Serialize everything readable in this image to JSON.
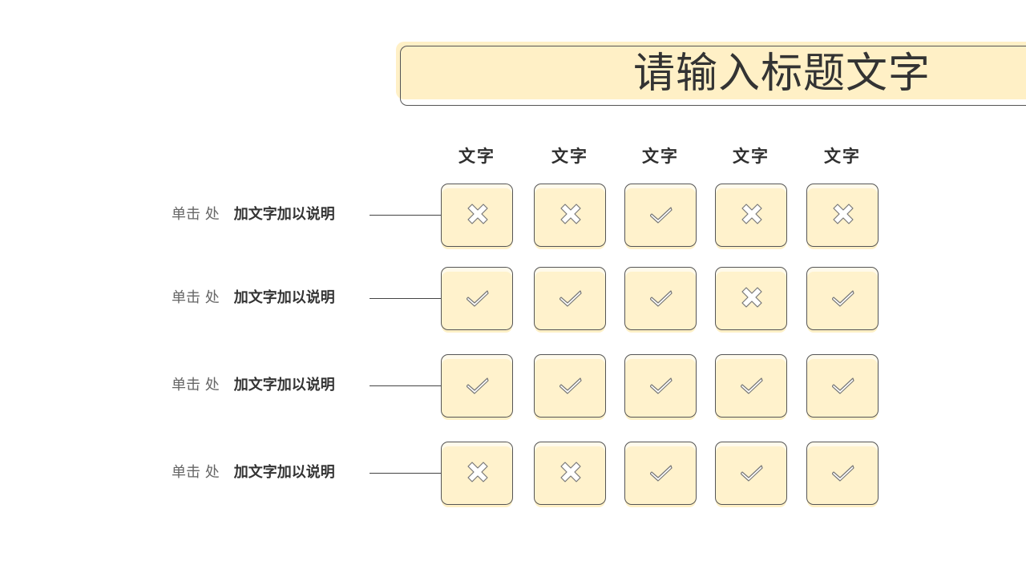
{
  "title": "请输入标题文字",
  "columns": [
    "文字",
    "文字",
    "文字",
    "文字",
    "文字"
  ],
  "rows": [
    {
      "label_a": "单击 处",
      "label_b": "加文字加以说明",
      "marks": [
        "cross",
        "cross",
        "check",
        "cross",
        "cross"
      ]
    },
    {
      "label_a": "单击 处",
      "label_b": "加文字加以说明",
      "marks": [
        "check",
        "check",
        "check",
        "cross",
        "check"
      ]
    },
    {
      "label_a": "单击 处",
      "label_b": "加文字加以说明",
      "marks": [
        "check",
        "check",
        "check",
        "check",
        "check"
      ]
    },
    {
      "label_a": "单击 处",
      "label_b": "加文字加以说明",
      "marks": [
        "cross",
        "cross",
        "check",
        "check",
        "check"
      ]
    }
  ],
  "colors": {
    "accent_fill": "#fff0c6",
    "stroke": "#555555"
  }
}
